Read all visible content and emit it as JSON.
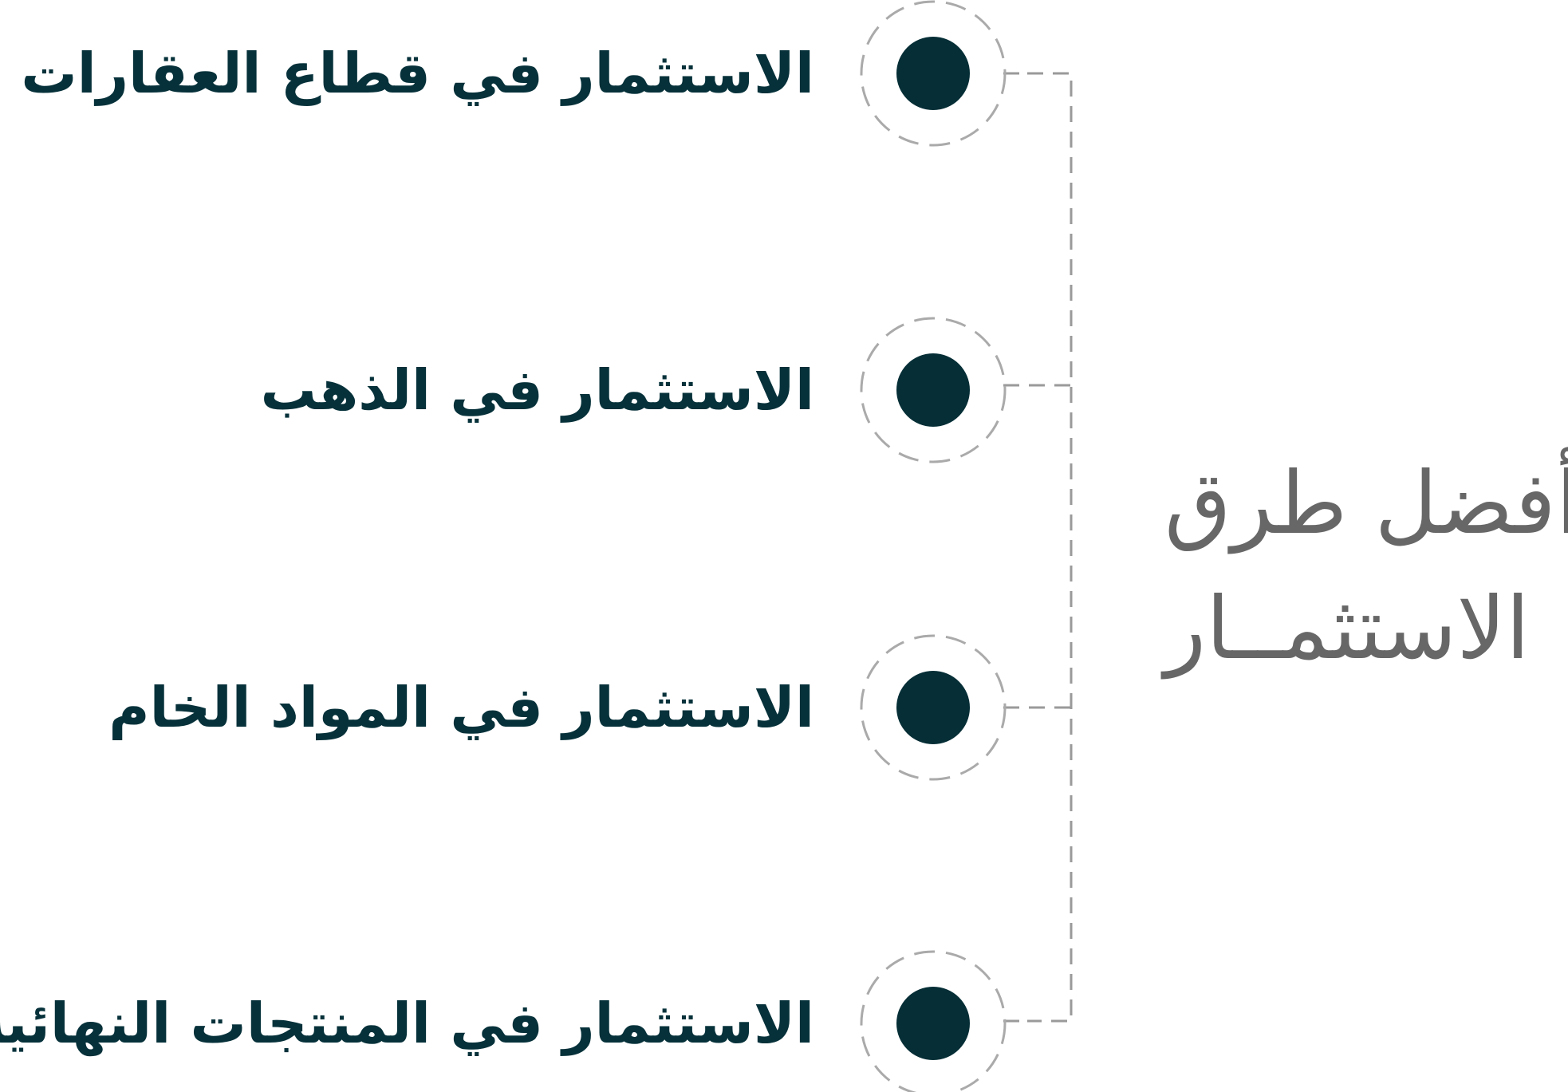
{
  "title": {
    "line1": "أفضل طرق",
    "line2": "الاستثمــار"
  },
  "items": [
    {
      "label": "الاستثمار في قطاع العقارات"
    },
    {
      "label": "الاستثمار في الذهب"
    },
    {
      "label": "الاستثمار في المواد الخام"
    },
    {
      "label": "الاستثمار في المنتجات النهائية"
    }
  ],
  "colors": {
    "dot": "#052e36",
    "label": "#06313a",
    "title": "#676767",
    "connector": "#9a9a9a"
  }
}
